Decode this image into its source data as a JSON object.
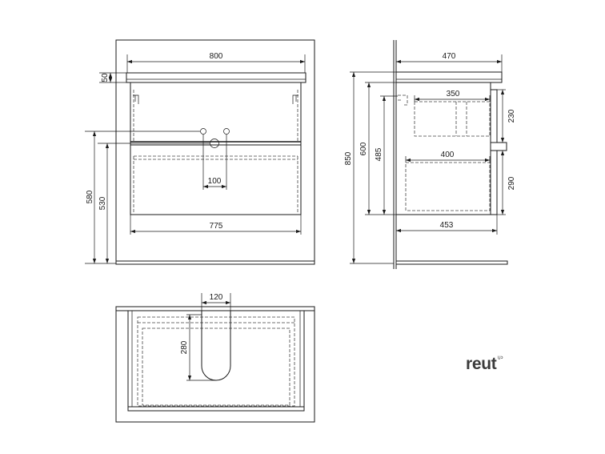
{
  "colors": {
    "line": "#1a1a1a",
    "logo": "#3b3b3b"
  },
  "front_view": {
    "overall_width": "800",
    "top_thickness": "50",
    "inlet_height": "580",
    "drain_height": "530",
    "inlet_spacing": "100",
    "body_width": "775"
  },
  "side_view": {
    "overall_depth": "470",
    "overall_height": "850",
    "body_height": "600",
    "mount_height": "485",
    "upper_drawer_depth": "350",
    "upper_drawer_height": "230",
    "lower_drawer_depth": "400",
    "lower_drawer_height": "290",
    "body_depth": "453"
  },
  "top_view": {
    "cutout_width": "120",
    "cutout_depth": "280"
  },
  "logo": {
    "text": "reut"
  }
}
